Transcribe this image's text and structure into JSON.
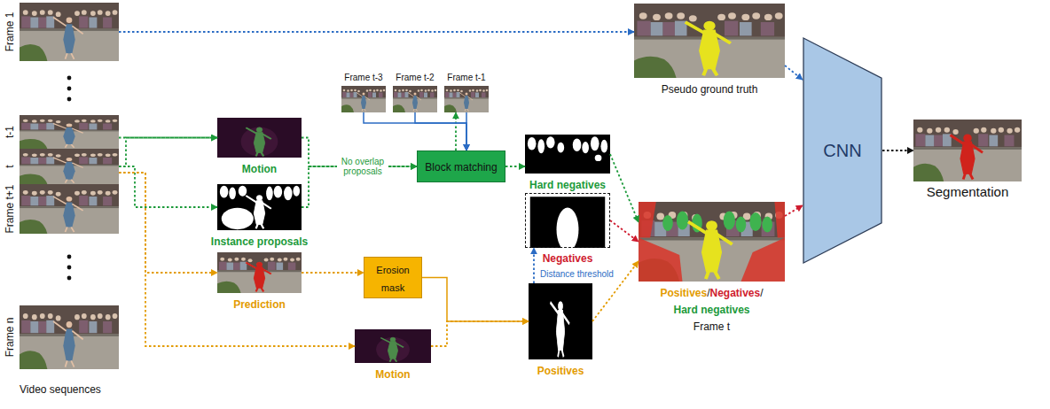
{
  "diagram": {
    "nodes": [
      {
        "text": [
          "Frame 1"
        ]
      },
      {
        "text": [
          "t-1"
        ]
      },
      {
        "text": [
          "t"
        ]
      },
      {
        "text": [
          "Frame t+1"
        ]
      },
      {
        "text": [
          "Frame n"
        ]
      },
      {
        "text": [
          "Motion"
        ]
      },
      {
        "text": [
          "Instance proposals"
        ]
      },
      {
        "text": [
          "Prediction"
        ]
      },
      {
        "text": [
          "Frame t-3"
        ]
      },
      {
        "text": [
          "Frame t-2"
        ]
      },
      {
        "text": [
          "Frame t-1"
        ]
      },
      {
        "text": [
          "Block matching"
        ]
      },
      {
        "text": [
          "Erosion mask"
        ]
      },
      {
        "text": [
          "Motion"
        ]
      },
      {
        "text": [
          "Hard negatives"
        ]
      },
      {
        "text": [
          "Negatives"
        ]
      },
      {
        "text": [
          "Positives"
        ]
      },
      {
        "text": [
          "Pseudo ground truth"
        ]
      },
      {
        "text": [
          "Positives",
          "/",
          "Negatives",
          "/",
          "Hard negatives",
          "Frame t"
        ]
      },
      {
        "text": [
          "CNN"
        ]
      },
      {
        "text": [
          "Segmentation"
        ]
      }
    ],
    "edges": [
      {
        "from": 0,
        "to": 17,
        "arrow": "to"
      },
      {
        "from": 1,
        "to": 5,
        "arrow": "to"
      },
      {
        "from": 2,
        "to": 5,
        "arrow": "to"
      },
      {
        "from": 2,
        "to": 6,
        "arrow": "to"
      },
      {
        "from": 2,
        "to": 7,
        "arrow": "to"
      },
      {
        "from": 2,
        "to": 13,
        "arrow": "to"
      },
      {
        "from": 5,
        "to": 11,
        "label": "No overlap proposals",
        "arrow": "to"
      },
      {
        "from": 6,
        "to": 11,
        "arrow": "to"
      },
      {
        "from": 11,
        "to": 10,
        "arrow": "to"
      },
      {
        "from": 8,
        "to": 11,
        "arrow": "to"
      },
      {
        "from": 9,
        "to": 11,
        "arrow": "to"
      },
      {
        "from": 10,
        "to": 11,
        "arrow": "to"
      },
      {
        "from": 11,
        "to": 14,
        "arrow": "to"
      },
      {
        "from": 7,
        "to": 12,
        "arrow": "to"
      },
      {
        "from": 12,
        "to": 16,
        "arrow": "to"
      },
      {
        "from": 13,
        "to": 16,
        "arrow": "to"
      },
      {
        "from": 16,
        "to": 15,
        "label": "Distance threshold",
        "arrow": "to"
      },
      {
        "from": 14,
        "to": 18,
        "arrow": "to"
      },
      {
        "from": 15,
        "to": 18,
        "arrow": "to"
      },
      {
        "from": 16,
        "to": 18,
        "arrow": "to"
      },
      {
        "from": 17,
        "to": 19,
        "arrow": "to"
      },
      {
        "from": 18,
        "to": 19,
        "arrow": "to"
      },
      {
        "from": 19,
        "to": 20,
        "arrow": "to"
      }
    ],
    "labels": [
      "Video sequences"
    ]
  }
}
